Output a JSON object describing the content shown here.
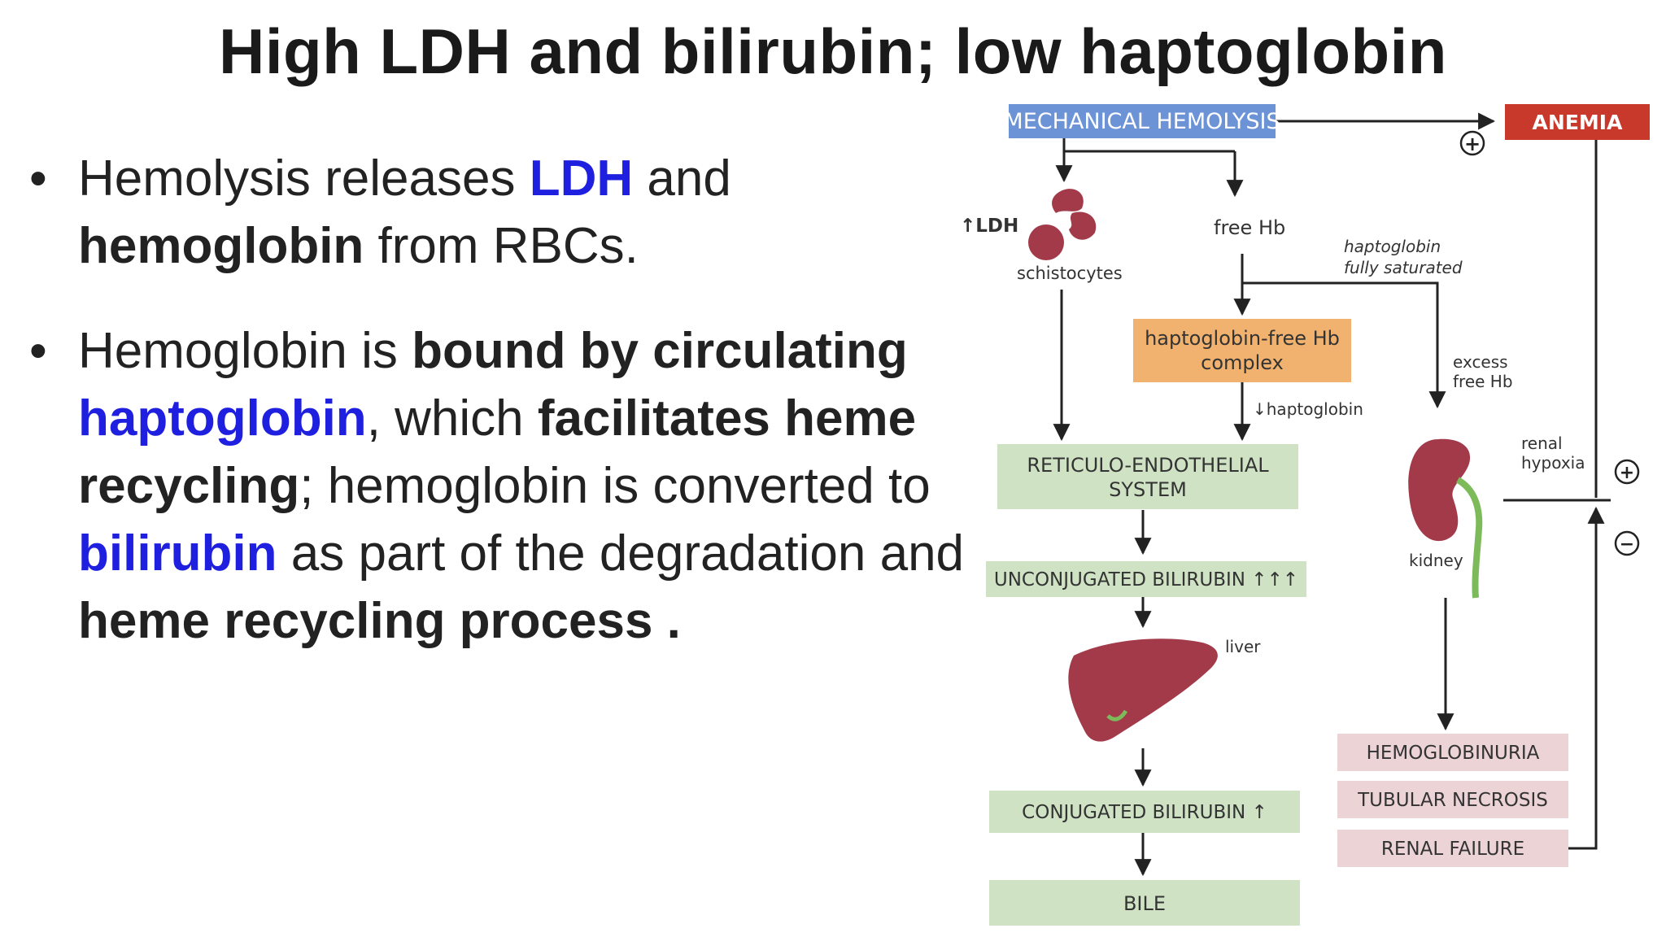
{
  "slide": {
    "title": "High LDH and bilirubin; low haptoglobin",
    "bullet1": {
      "marker": "•",
      "p1": "Hemolysis releases ",
      "p2": "LDH",
      "p3": " and ",
      "p4": "hemoglobin",
      "p5": " from RBCs."
    },
    "bullet2": {
      "marker": "•",
      "p1": " Hemoglobin is ",
      "p2": "bound by circulating",
      "p3": " ",
      "p4": "haptoglobin",
      "p5": ", which ",
      "p6": "facilitates heme recycling",
      "p7": "; hemoglobin is converted to ",
      "p8": "bilirubin",
      "p9": " as part of the degradation and ",
      "p10": "heme recycling process ."
    }
  },
  "diagram": {
    "mechanical_hemolysis": "MECHANICAL HEMOLYSIS",
    "anemia": "ANEMIA",
    "ldh": "↑LDH",
    "schistocytes": "schistocytes",
    "free_hb": "free Hb",
    "hapto_saturated_1": "haptoglobin",
    "hapto_saturated_2": "fully saturated",
    "hapto_complex_1": "haptoglobin-free Hb",
    "hapto_complex_2": "complex",
    "excess_1": "excess",
    "excess_2": "free Hb",
    "low_haptoglobin": "↓haptoglobin",
    "res_1": "RETICULO-ENDOTHELIAL",
    "res_2": "SYSTEM",
    "renal_1": "renal",
    "renal_2": "hypoxia",
    "plus": "+",
    "minus": "−",
    "kidney": "kidney",
    "unconjugated": "UNCONJUGATED BILIRUBIN ↑↑↑",
    "liver": "liver",
    "conjugated": "CONJUGATED BILIRUBIN ↑",
    "bile": "BILE",
    "hemoglobinuria": "HEMOGLOBINURIA",
    "tubular_necrosis": "TUBULAR NECROSIS",
    "renal_failure": "RENAL FAILURE",
    "colors": {
      "blue_box": "#6b93d6",
      "red_box": "#c9392b",
      "orange_box": "#f0b26e",
      "green_box": "#cfe3c4",
      "pink_box": "#ecd3d6",
      "organ": "#a23a4a",
      "highlight_text": "#1f1fe0"
    }
  }
}
